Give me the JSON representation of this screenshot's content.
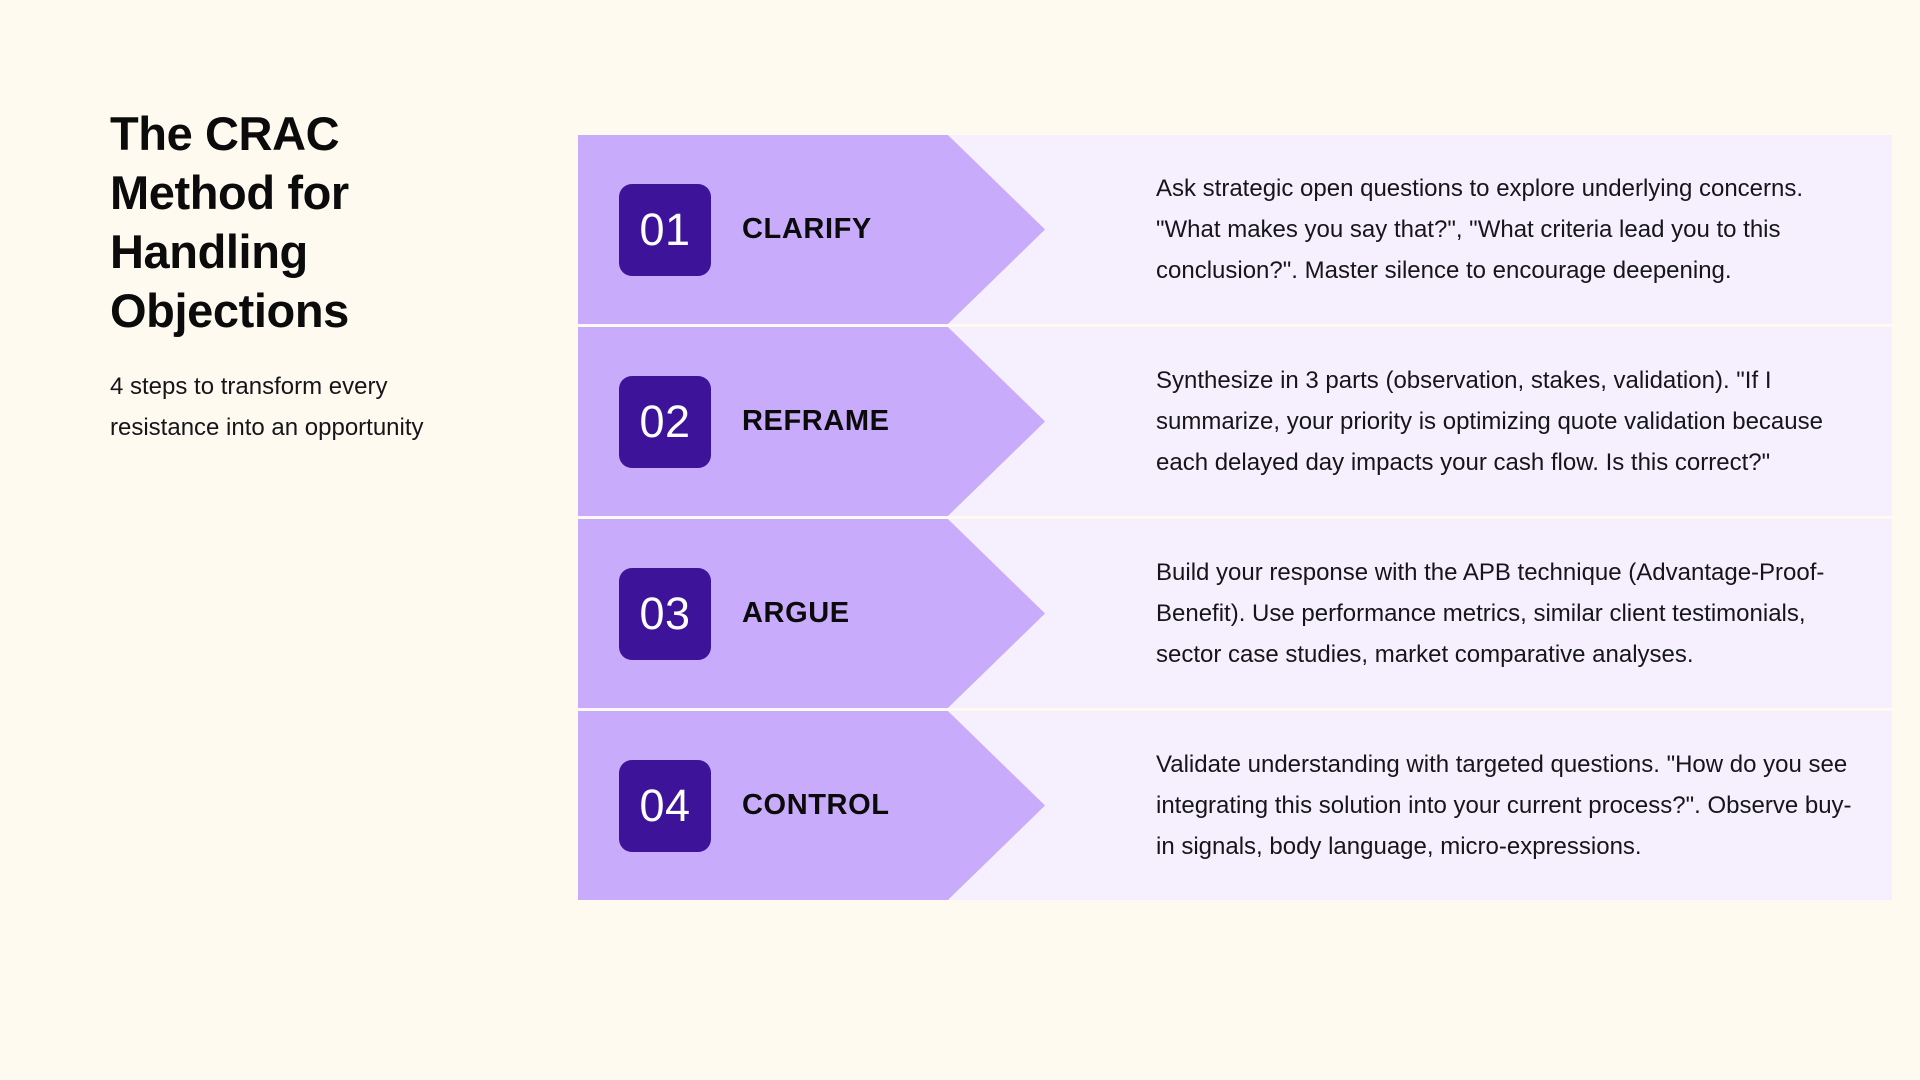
{
  "page": {
    "background_color": "#FEFAF0",
    "title": "The CRAC Method for Handling Objections",
    "subtitle": "4 steps to transform every resistance into an opportunity"
  },
  "theme": {
    "band_color": "#C8ABFA",
    "panel_color": "#F5EFFE",
    "badge_color": "#3D1399",
    "badge_text_color": "#FFFFFF",
    "text_color": "#16161A",
    "heading_color": "#0B0B0C"
  },
  "steps": [
    {
      "number": "01",
      "label": "CLARIFY",
      "description": "Ask strategic open questions to explore underlying concerns. \"What makes you say that?\", \"What criteria lead you to this conclusion?\". Master silence to encourage deepening."
    },
    {
      "number": "02",
      "label": "REFRAME",
      "description": "Synthesize in 3 parts (observation, stakes, validation). \"If I summarize, your priority is optimizing quote validation because each delayed day impacts your cash flow. Is this correct?\""
    },
    {
      "number": "03",
      "label": "ARGUE",
      "description": "Build your response with the APB technique (Advantage-Proof-Benefit). Use performance metrics, similar client testimonials, sector case studies, market comparative analyses."
    },
    {
      "number": "04",
      "label": "CONTROL",
      "description": "Validate understanding with targeted questions. \"How do you see integrating this solution into your current process?\". Observe buy-in signals, body language, micro-expressions."
    }
  ]
}
